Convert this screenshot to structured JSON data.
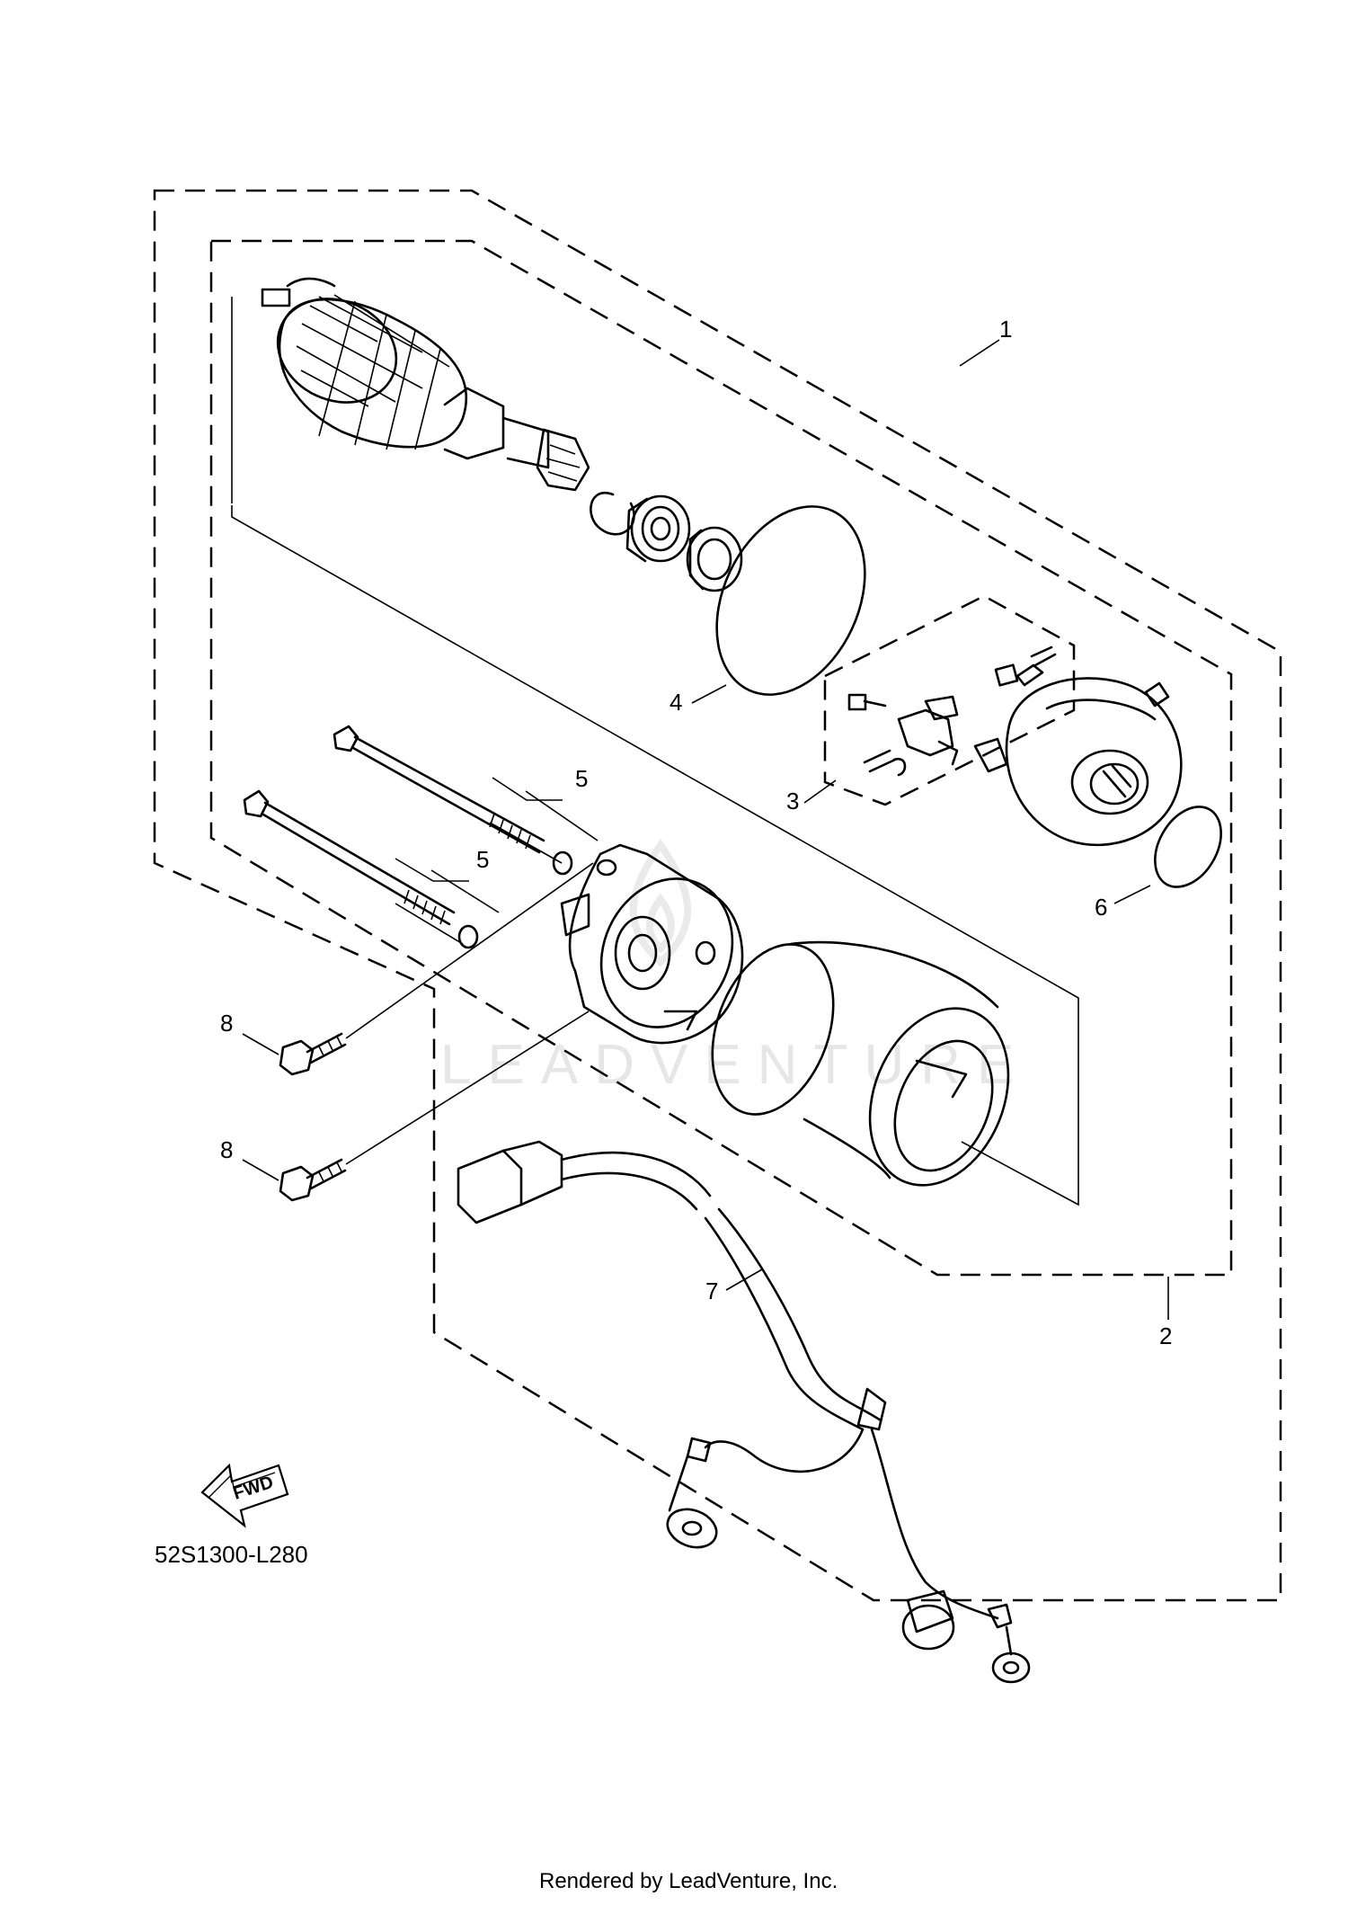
{
  "diagram": {
    "watermark": "LEADVENTURE",
    "diagram_code": "52S1300-L280",
    "credit": "Rendered by LeadVenture, Inc.",
    "fwd_label": "FWD",
    "callouts": [
      {
        "id": "c1",
        "text": "1"
      },
      {
        "id": "c2",
        "text": "2"
      },
      {
        "id": "c3",
        "text": "3"
      },
      {
        "id": "c4",
        "text": "4"
      },
      {
        "id": "c5a",
        "text": "5"
      },
      {
        "id": "c5b",
        "text": "5"
      },
      {
        "id": "c6",
        "text": "6"
      },
      {
        "id": "c7",
        "text": "7"
      },
      {
        "id": "c8a",
        "text": "8"
      },
      {
        "id": "c8b",
        "text": "8"
      }
    ]
  }
}
